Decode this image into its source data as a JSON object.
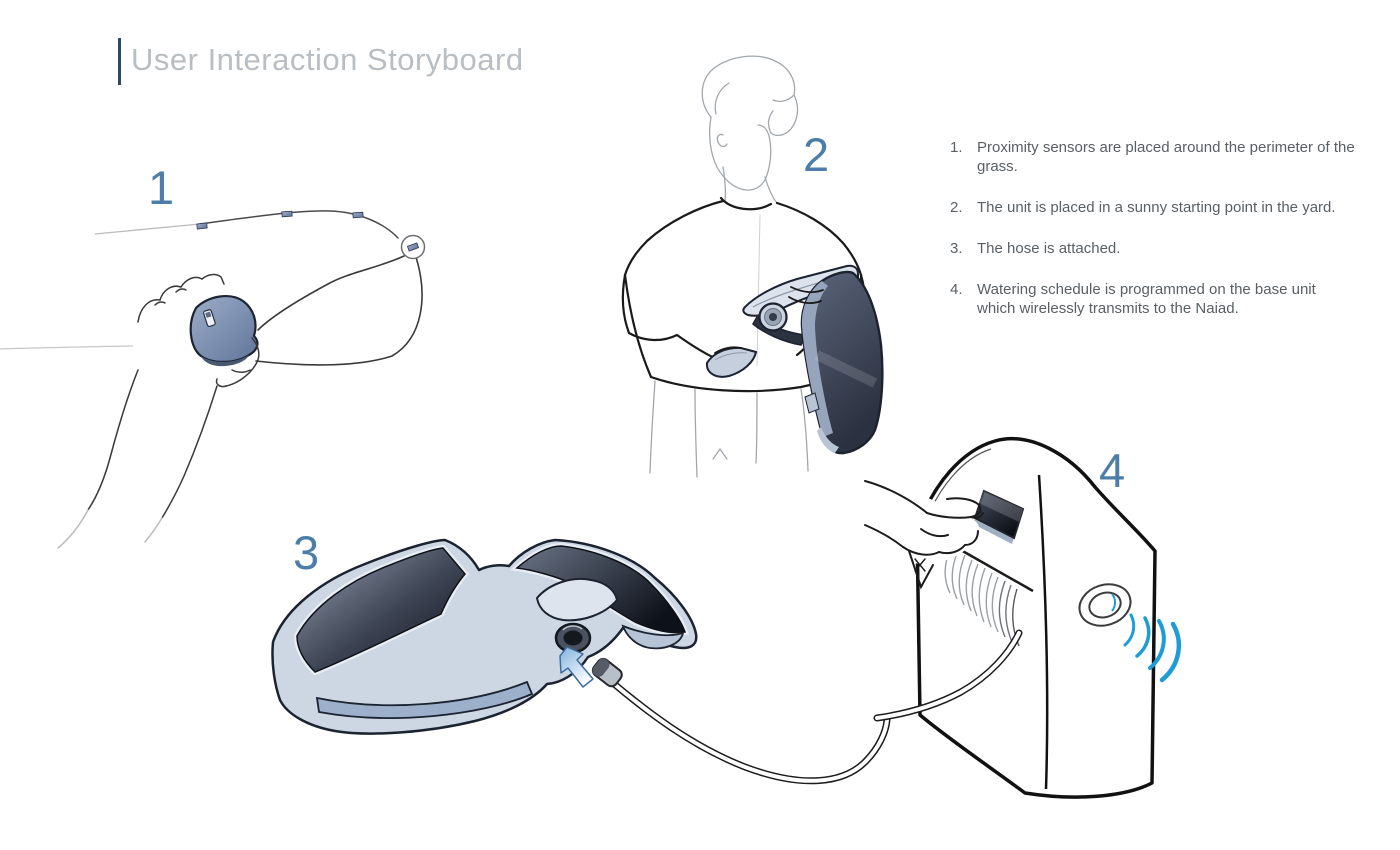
{
  "page": {
    "title": "User Interaction Storyboard"
  },
  "scenes": [
    {
      "marker": "1"
    },
    {
      "marker": "2"
    },
    {
      "marker": "3"
    },
    {
      "marker": "4"
    }
  ],
  "steps": [
    {
      "marker": "1.",
      "text": "Proximity sensors are placed around the perimeter of the grass."
    },
    {
      "marker": "2.",
      "text": "The unit is placed in a sunny starting point in the yard."
    },
    {
      "marker": "3.",
      "text": "The hose is attached."
    },
    {
      "marker": "4.",
      "text": "Watering schedule is programmed on the base unit which wirelessly transmits to the Naiad."
    }
  ],
  "colors": {
    "scene_number_blue": "#4d7ea9",
    "title_bar_blue": "#2d4a63",
    "title_text_gray": "#b9bec3",
    "body_text_gray": "#595f64",
    "wireless_wave_blue": "#1e9cd7",
    "device_panel_dark": "#0e1219",
    "device_body_light": "#ccd5e2",
    "sensor_blue": "#7e92b2"
  }
}
